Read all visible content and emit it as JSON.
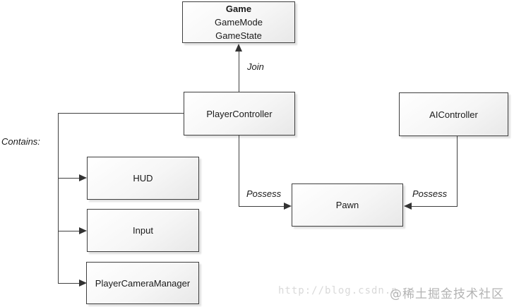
{
  "diagram": {
    "nodes": {
      "game": {
        "title": "Game",
        "subtitle1": "GameMode",
        "subtitle2": "GameState"
      },
      "player_controller": {
        "label": "PlayerController"
      },
      "ai_controller": {
        "label": "AIController"
      },
      "hud": {
        "label": "HUD"
      },
      "input": {
        "label": "Input"
      },
      "player_camera_manager": {
        "label": "PlayerCameraManager"
      },
      "pawn": {
        "label": "Pawn"
      }
    },
    "edge_labels": {
      "join": "Join",
      "contains": "Contains:",
      "possess_left": "Possess",
      "possess_right": "Possess"
    },
    "colors": {
      "node_border": "#3f3f3f",
      "node_fill_top": "#ffffff",
      "node_fill_bottom": "#e8e8e8",
      "connector": "#404040",
      "text": "#1a1a1a",
      "watermark_url": "#d9d9d9",
      "watermark_community": "#b3b3b3"
    }
  },
  "watermark": {
    "url_text": "http://blog.csdn.n",
    "community_text": "@稀土掘金技术社区"
  }
}
